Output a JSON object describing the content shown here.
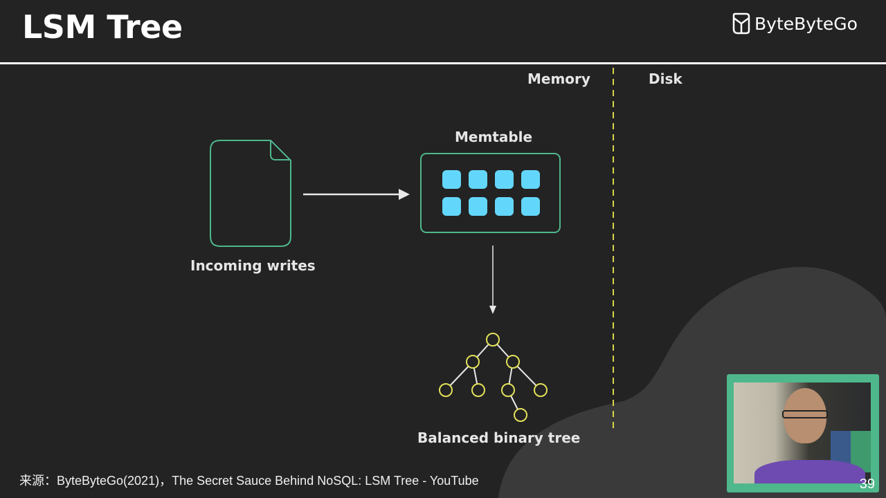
{
  "slide": {
    "title": "LSM Tree",
    "brand": "ByteByteGo",
    "page_number": "39",
    "source": "来源：ByteByteGo(2021)，The Secret Sauce Behind NoSQL: LSM Tree - YouTube"
  },
  "diagram": {
    "regions": {
      "memory": "Memory",
      "disk": "Disk"
    },
    "incoming_label": "Incoming writes",
    "memtable_label": "Memtable",
    "memtable_cells": 8,
    "tree_label": "Balanced binary tree",
    "colors": {
      "green_outline": "#4fb78c",
      "cell_fill": "#63d7fb",
      "tree_node": "#e3e15a",
      "divider": "#d8d64a",
      "arrow": "#e8e8e8"
    }
  }
}
